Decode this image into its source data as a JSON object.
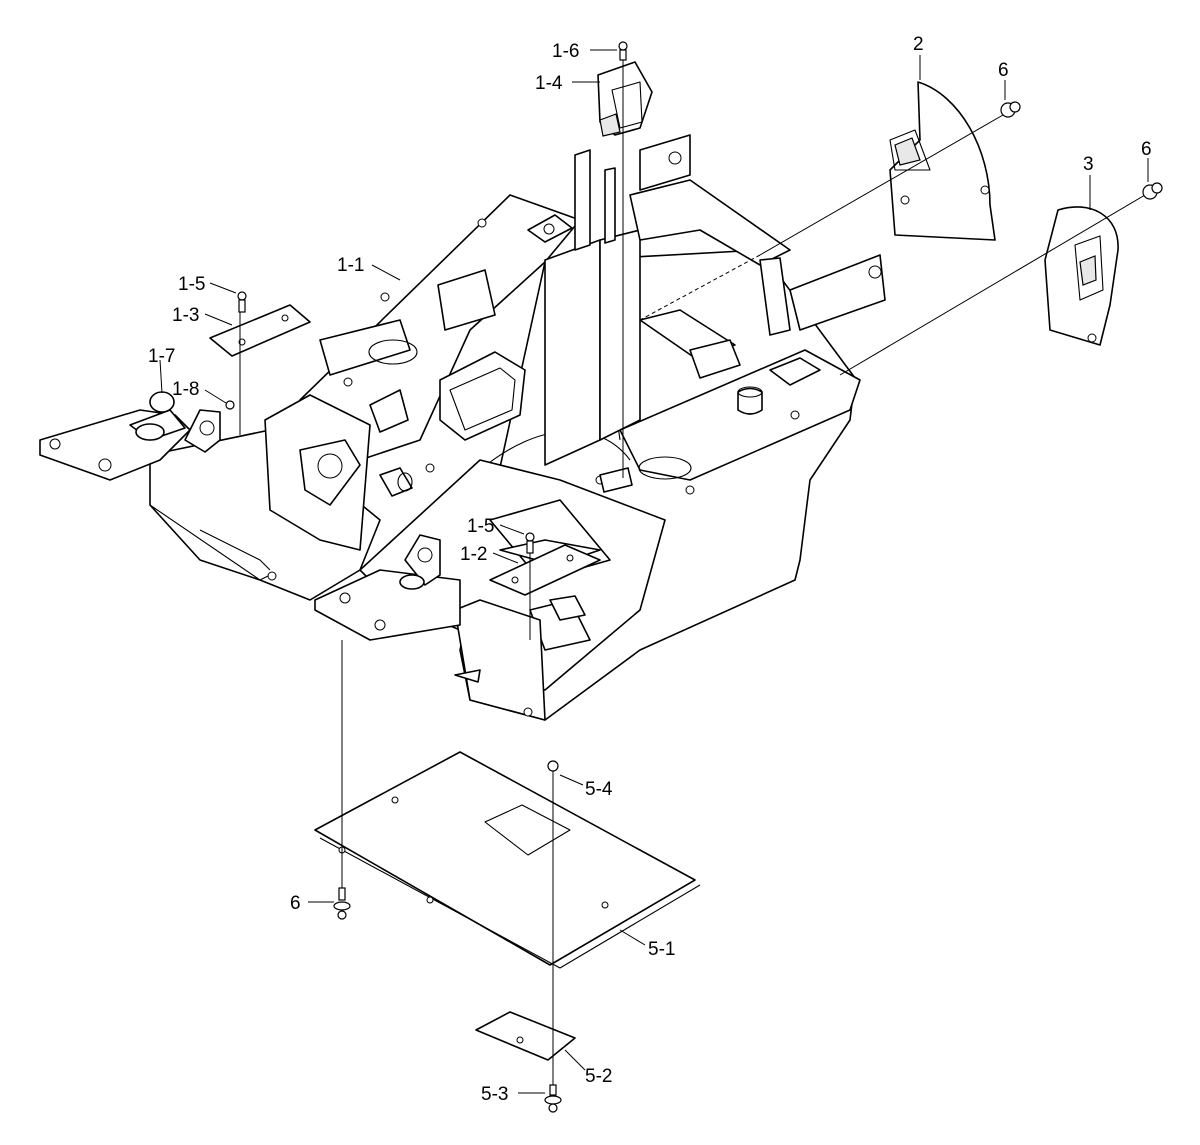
{
  "callouts": [
    {
      "label": "1-6"
    },
    {
      "label": "1-4"
    },
    {
      "label": "2"
    },
    {
      "label": "6"
    },
    {
      "label": "6"
    },
    {
      "label": "3"
    },
    {
      "label": "1-1"
    },
    {
      "label": "1-5"
    },
    {
      "label": "1-3"
    },
    {
      "label": "1-7"
    },
    {
      "label": "1-8"
    },
    {
      "label": "1-5"
    },
    {
      "label": "1-2"
    },
    {
      "label": "5-4"
    },
    {
      "label": "6"
    },
    {
      "label": "5-1"
    },
    {
      "label": "5-2"
    },
    {
      "label": "5-3"
    }
  ]
}
